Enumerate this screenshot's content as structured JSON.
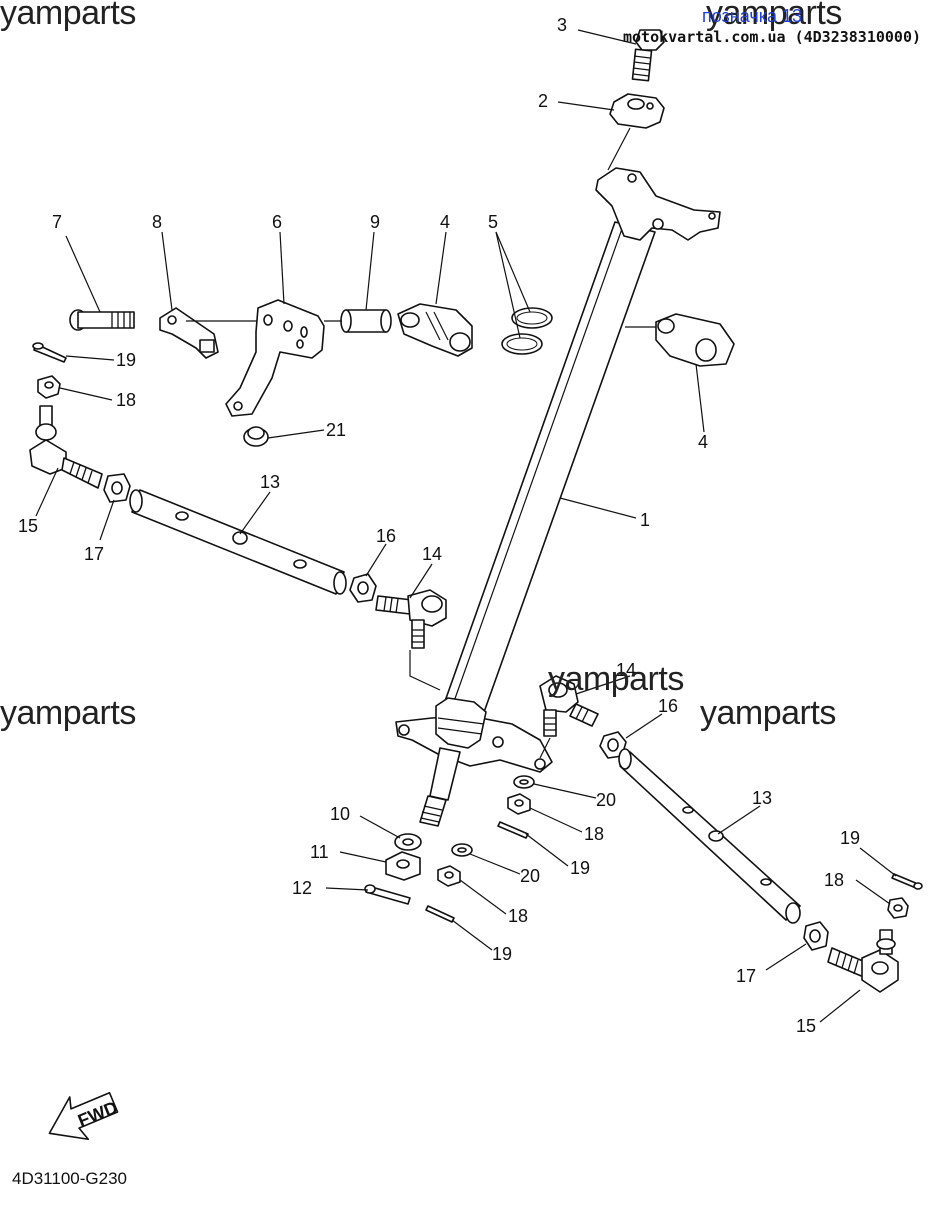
{
  "watermarks": [
    "yamparts",
    "yamparts",
    "yamparts",
    "yamparts",
    "yamparts"
  ],
  "reference_link": "позначка 13",
  "site_credit": "motokvartal.com.ua (4D3238310000)",
  "diagram_code": "4D31100-G230",
  "fwd_label": "FWD",
  "callouts": {
    "c3": "3",
    "c2": "2",
    "c7": "7",
    "c8": "8",
    "c6": "6",
    "c9": "9",
    "c4a": "4",
    "c5": "5",
    "c4b": "4",
    "c19a": "19",
    "c18a": "18",
    "c21": "21",
    "c15a": "15",
    "c17a": "17",
    "c13a": "13",
    "c16a": "16",
    "c14a": "14",
    "c1": "1",
    "c14b": "14",
    "c16b": "16",
    "c10": "10",
    "c11": "11",
    "c12": "12",
    "c20a": "20",
    "c18b": "18",
    "c19b": "19",
    "c20b": "20",
    "c18c": "18",
    "c19c": "19",
    "c13b": "13",
    "c19d": "19",
    "c18d": "18",
    "c17b": "17",
    "c15b": "15"
  }
}
